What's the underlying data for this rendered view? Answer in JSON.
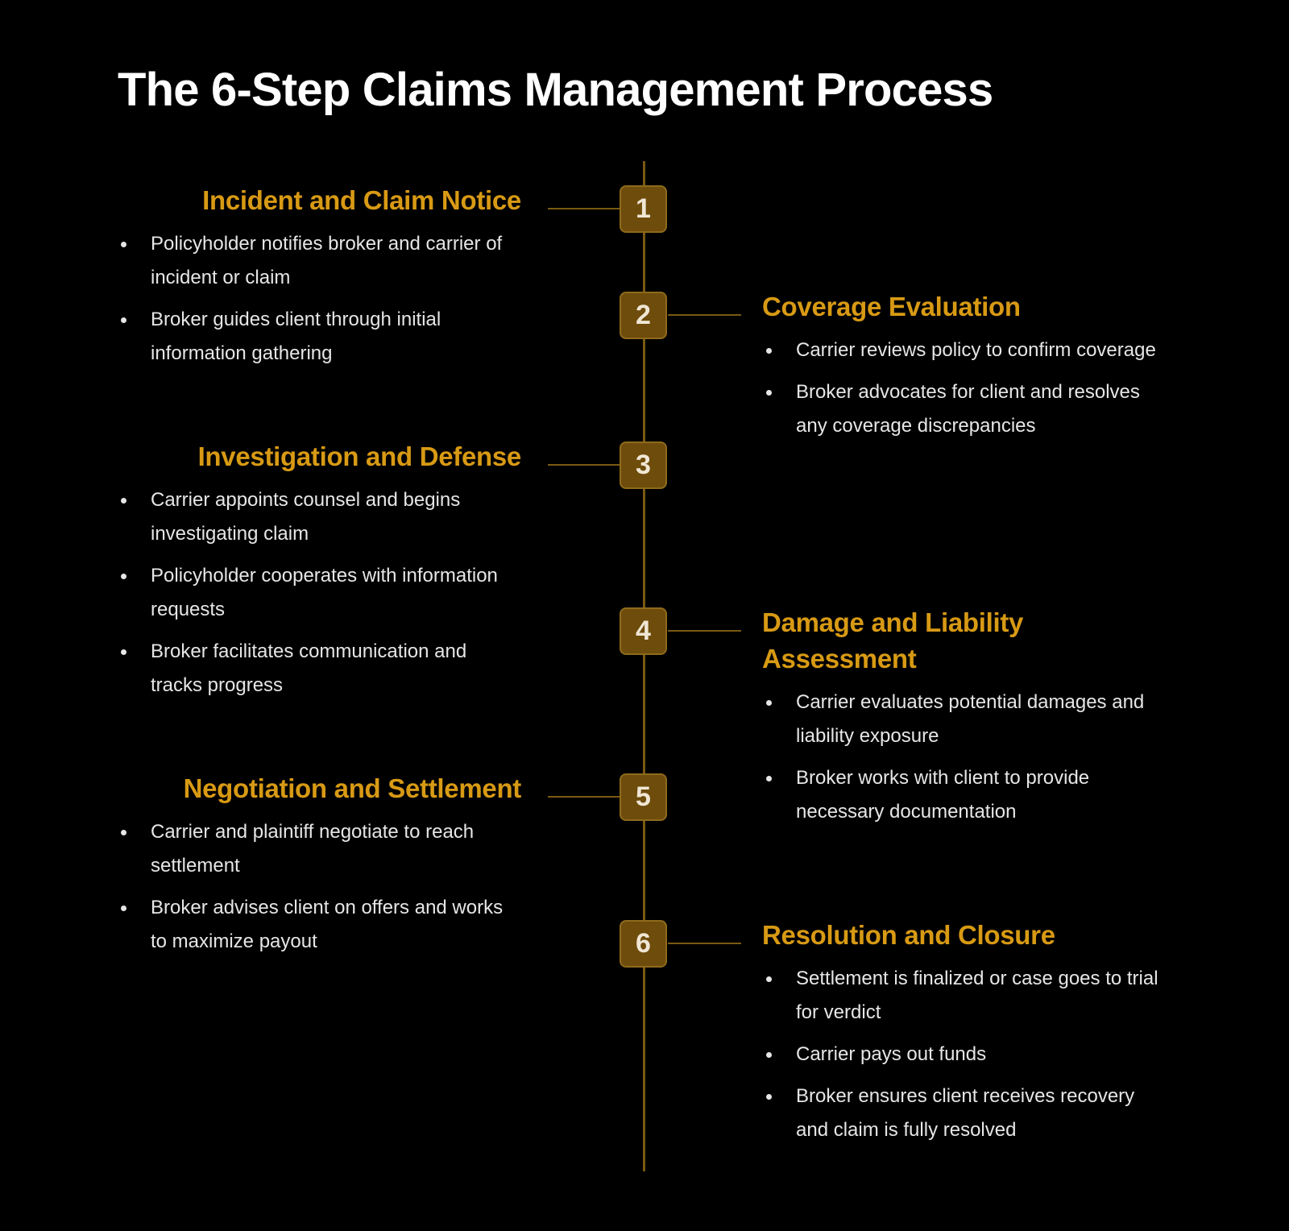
{
  "title": "The 6-Step Claims Management Process",
  "colors": {
    "background": "#000000",
    "heading": "#d89a14",
    "badge": "#6e4c0b",
    "line": "#7a5a12",
    "text": "#e6e6e6"
  },
  "steps": [
    {
      "number": "1",
      "title": "Incident and Claim Notice",
      "bullets": [
        "Policyholder notifies broker and carrier of incident or claim",
        "Broker guides client through initial information gathering"
      ]
    },
    {
      "number": "2",
      "title": "Coverage Evaluation",
      "bullets": [
        "Carrier reviews policy to confirm coverage",
        "Broker advocates for client and resolves any coverage discrepancies"
      ]
    },
    {
      "number": "3",
      "title": "Investigation and Defense",
      "bullets": [
        "Carrier appoints counsel and begins investigating claim",
        "Policyholder cooperates with information requests",
        "Broker facilitates communication and tracks progress"
      ]
    },
    {
      "number": "4",
      "title": "Damage and Liability Assessment",
      "bullets": [
        "Carrier evaluates potential damages and liability exposure",
        "Broker works with client to provide necessary documentation"
      ]
    },
    {
      "number": "5",
      "title": "Negotiation and Settlement",
      "bullets": [
        "Carrier and plaintiff negotiate to reach settlement",
        "Broker advises client on offers and works to maximize payout"
      ]
    },
    {
      "number": "6",
      "title": "Resolution and Closure",
      "bullets": [
        "Settlement is finalized or case goes to trial for verdict",
        "Carrier pays out funds",
        "Broker ensures client receives recovery and claim is fully resolved"
      ]
    }
  ]
}
